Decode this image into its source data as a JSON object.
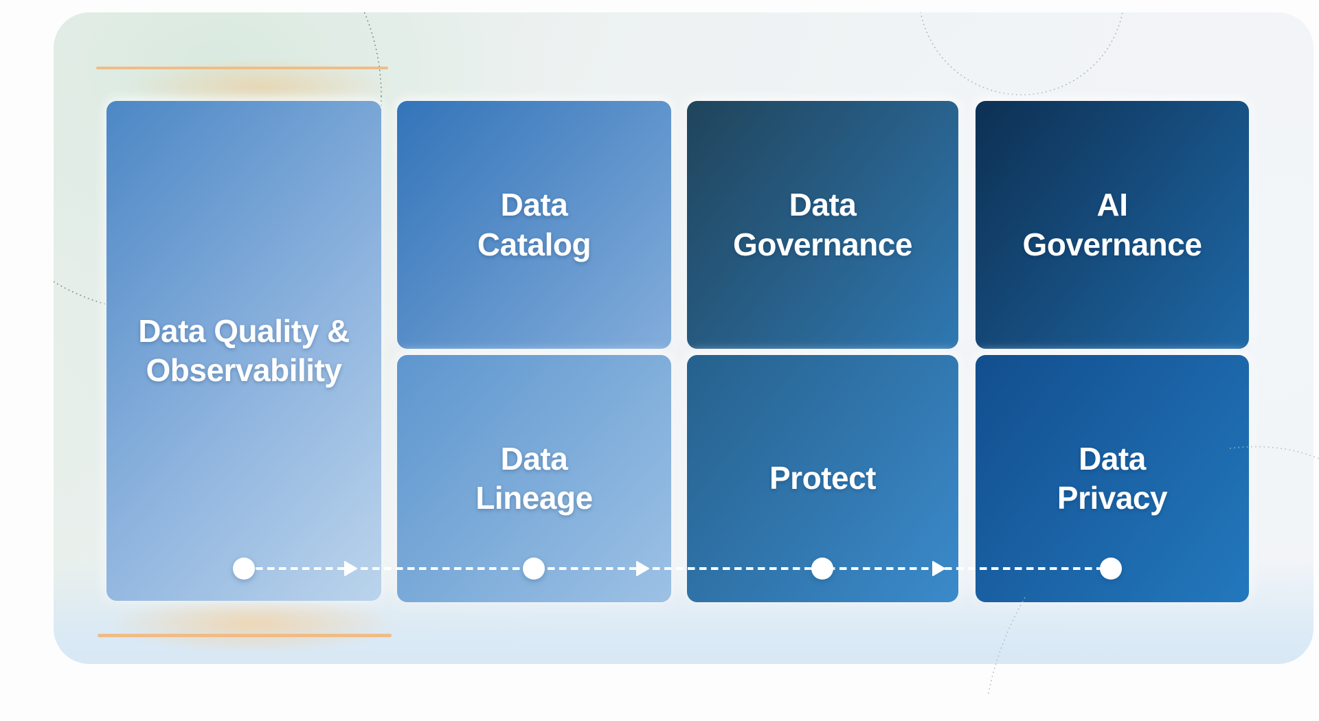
{
  "diagram": {
    "title_hint": "data-platform-capabilities-flow",
    "boxes": [
      {
        "id": "data-quality-observability",
        "label": "Data Quality &\nObservability",
        "gradient_from": "#4C87C5",
        "gradient_to": "#BBD4EC",
        "column": 1,
        "row": "full"
      },
      {
        "id": "data-catalog",
        "label": "Data\nCatalog",
        "gradient_from": "#3374B9",
        "gradient_to": "#83ADDB",
        "column": 2,
        "row": "top"
      },
      {
        "id": "data-lineage",
        "label": "Data\nLineage",
        "gradient_from": "#5D96CE",
        "gradient_to": "#9DC1E5",
        "column": 2,
        "row": "bottom"
      },
      {
        "id": "data-governance",
        "label": "Data\nGovernance",
        "gradient_from": "#20445B",
        "gradient_to": "#2F78B2",
        "column": 3,
        "row": "top"
      },
      {
        "id": "protect",
        "label": "Protect",
        "gradient_from": "#26618D",
        "gradient_to": "#3B8ACB",
        "column": 3,
        "row": "bottom"
      },
      {
        "id": "ai-governance",
        "label": "AI\nGovernance",
        "gradient_from": "#0D3053",
        "gradient_to": "#1F68A6",
        "column": 4,
        "row": "top"
      },
      {
        "id": "data-privacy",
        "label": "Data\nPrivacy",
        "gradient_from": "#124E8E",
        "gradient_to": "#2378BD",
        "column": 4,
        "row": "bottom"
      }
    ],
    "connector": {
      "style": "dashed",
      "color": "#FFFFFF",
      "direction": "left-to-right",
      "node_count": 4,
      "arrow_count": 3
    },
    "colors": {
      "accent_line_orange": "#F0BC86",
      "dotted_circle_left": "#4D706B",
      "dotted_circle_top_right": "#7D9693",
      "dotted_arc_right": "#A3B7C4",
      "card_tint_top_left": "#E4EDE7",
      "card_tint_right": "#F1F4F7",
      "card_tint_bottom": "#D9E8F5",
      "page_background": "#FDFDFE"
    }
  }
}
